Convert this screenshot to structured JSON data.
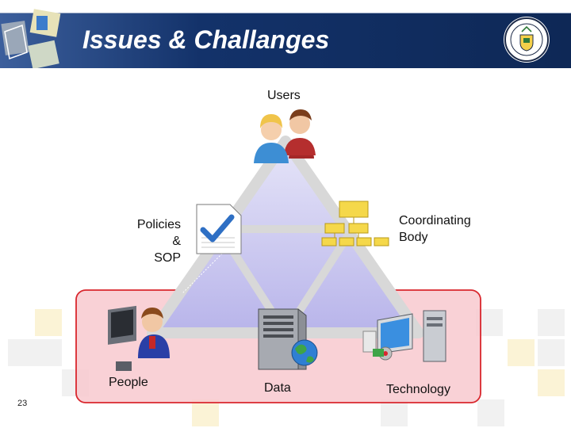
{
  "slide": {
    "title": "Issues & Challanges",
    "page_number": "23"
  },
  "nodes": {
    "top": "Users",
    "mid_left": [
      "Policies",
      "&",
      "SOP"
    ],
    "mid_right": [
      "Coordinating",
      "Body"
    ],
    "bottom_left": "People",
    "bottom_middle": "Data",
    "bottom_right": "Technology"
  },
  "colors": {
    "header": "#13326a",
    "highlight_border": "#d9272e",
    "highlight_fill": "#f8c9cf",
    "triangle_fill": "#c9c6f0"
  },
  "icons": [
    "users-icon",
    "checklist-document-icon",
    "org-chart-icon",
    "person-at-computer-icon",
    "server-globe-icon",
    "desktop-computer-icon",
    "university-seal-icon"
  ]
}
